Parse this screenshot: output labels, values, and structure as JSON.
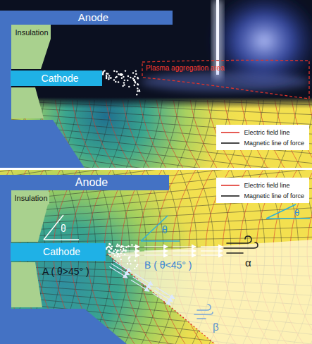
{
  "diagram": {
    "nodes": [
      {
        "text": [
          "Anode"
        ]
      },
      {
        "text": [
          "Insulation"
        ]
      },
      {
        "text": [
          "Cathode"
        ]
      },
      {
        "text": [
          "Plasma aggregation area"
        ]
      },
      {
        "text": [
          "Anode"
        ]
      },
      {
        "text": [
          "Insulation"
        ]
      },
      {
        "text": [
          "Cathode"
        ]
      }
    ],
    "labels": [
      "θ",
      "θ",
      "θ",
      "A ( θ>45° )",
      "B ( θ<45° )",
      "α",
      "β"
    ],
    "legend": [
      {
        "text": "Electric field line"
      },
      {
        "text": "Magnetic line of force"
      },
      {
        "text": "Electric field line"
      },
      {
        "text": "Magnetic line of force"
      }
    ]
  }
}
